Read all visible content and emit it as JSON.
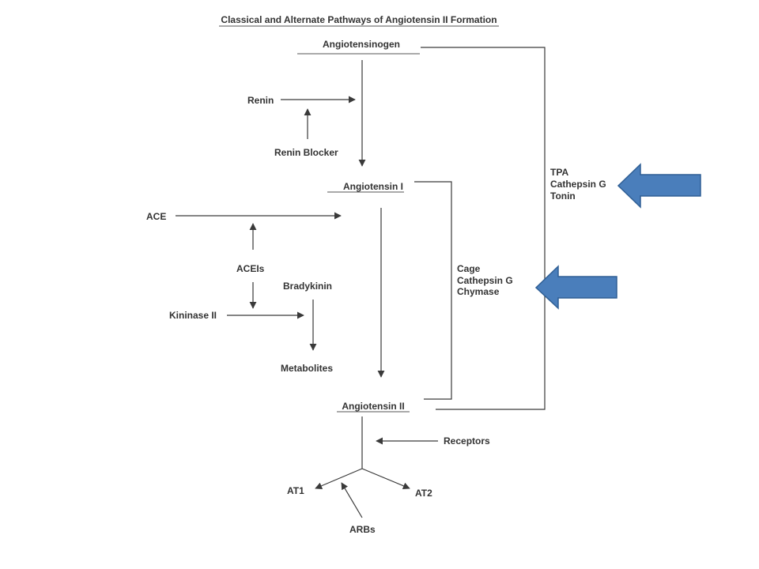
{
  "title": "Classical and Alternate Pathways of Angiotensin II Formation",
  "nodes": {
    "angiotensinogen": "Angiotensinogen",
    "renin": "Renin",
    "renin_blocker": "Renin Blocker",
    "angiotensin_1": "Angiotensin I",
    "ace": "ACE",
    "aceis": "ACEIs",
    "bradykinin": "Bradykinin",
    "kininase_2": "Kininase II",
    "metabolites": "Metabolites",
    "angiotensin_2": "Angiotensin II",
    "receptors": "Receptors",
    "at1": "AT1",
    "at2": "AT2",
    "arbs": "ARBs"
  },
  "alternate_outer": [
    "TPA",
    "Cathepsin G",
    "Tonin"
  ],
  "alternate_inner": [
    "Cage",
    "Cathepsin G",
    "Chymase"
  ],
  "colors": {
    "highlight_arrow": "#4a7ebb",
    "line": "#3a3a3a",
    "text": "#333333"
  }
}
